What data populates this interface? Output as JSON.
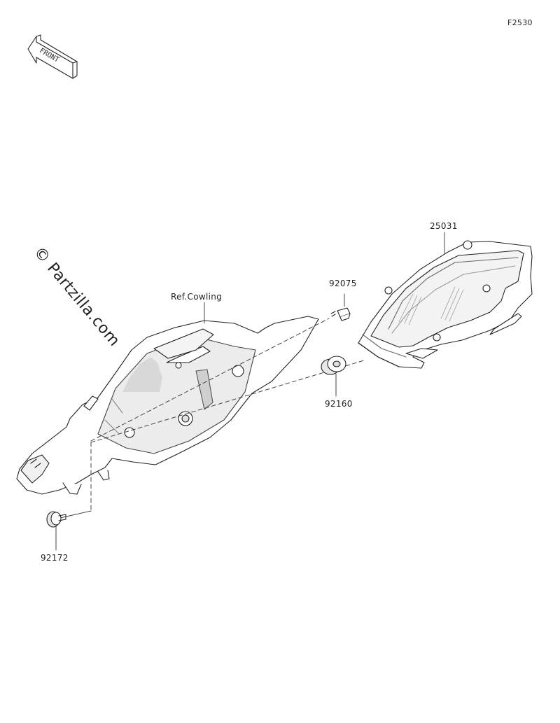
{
  "figure_id": "F2530",
  "front_badge": "FRONT",
  "watermark": "© Partzilla.com",
  "ref_label": "Ref.Cowling",
  "parts": {
    "meter_assembly": "25031",
    "bolt": "92075",
    "grommet": "92160",
    "screw": "92172"
  },
  "colors": {
    "line": "#222222",
    "shade": "#e6e6e6",
    "hatch": "#9a9a9a"
  }
}
